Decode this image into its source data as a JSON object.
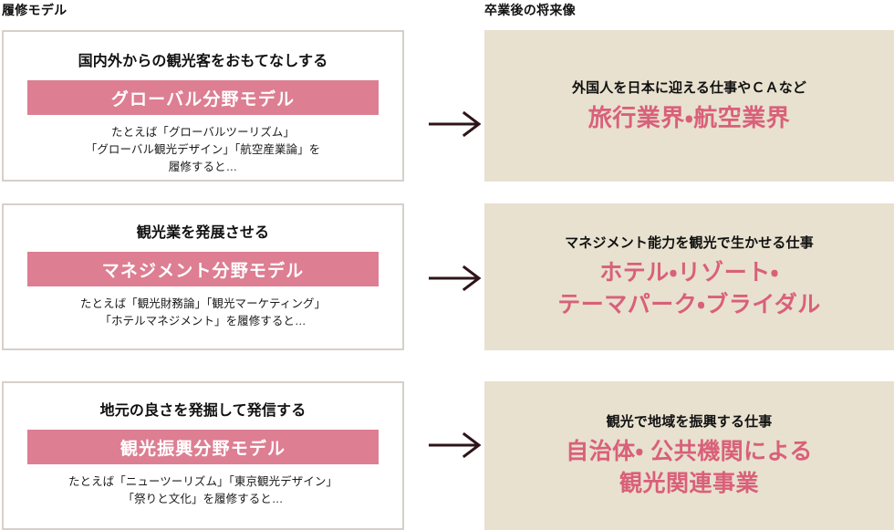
{
  "headers": {
    "left": "履修モデル",
    "right": "卒業後の将来像"
  },
  "colors": {
    "band_pink": "#dd7e92",
    "accent_pink": "#d9607a",
    "panel_beige": "#e8e1cf",
    "card_border": "#d6d0ca",
    "arrow": "#2e1418",
    "text": "#111111",
    "background": "#ffffff"
  },
  "arrow_icon": "arrow-right-icon",
  "rows": [
    {
      "model": {
        "heading": "国内外からの観光客をおもてなしする",
        "band": "グローバル分野モデル",
        "note_lines": [
          "たとえば「グローバルツーリズム」",
          "「グローバル観光デザイン」「航空産業論」を",
          "履修すると…"
        ]
      },
      "future": {
        "lead": "外国人を日本に迎える仕事やＣＡなど",
        "title_lines": [
          "旅行業界・航空業界"
        ]
      }
    },
    {
      "model": {
        "heading": "観光業を発展させる",
        "band": "マネジメント分野モデル",
        "note_lines": [
          "たとえば「観光財務論」「観光マーケティング」",
          "「ホテルマネジメント」を履修すると…"
        ]
      },
      "future": {
        "lead": "マネジメント能力を観光で生かせる仕事",
        "title_lines": [
          "ホテル・リゾート・",
          "テーマパーク・ブライダル"
        ]
      }
    },
    {
      "model": {
        "heading": "地元の良さを発掘して発信する",
        "band": "観光振興分野モデル",
        "note_lines": [
          "たとえば「ニューツーリズム」「東京観光デザイン」",
          "「祭りと文化」を履修すると…"
        ]
      },
      "future": {
        "lead": "観光で地域を振興する仕事",
        "title_lines": [
          "自治体・ 公共機関による",
          "観光関連事業"
        ]
      }
    }
  ]
}
